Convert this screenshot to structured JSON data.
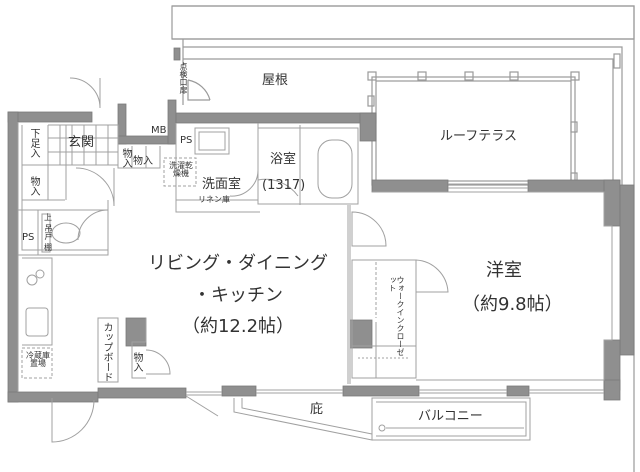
{
  "plan": {
    "type": "apartment floor plan",
    "colors": {
      "wall": "#8f8f8f",
      "line": "#9a9a9a",
      "text": "#333333",
      "background": "#ffffff"
    },
    "rooms": {
      "ldk": {
        "name_line1": "リビング・ダイニング",
        "name_line2": "・キッチン",
        "size": "（約12.2帖）"
      },
      "western": {
        "name": "洋室",
        "size": "（約9.8帖）"
      },
      "bath": {
        "name": "浴室",
        "size": "(1317)"
      },
      "washroom": {
        "name": "洗面室"
      },
      "entrance": {
        "name": "玄関"
      },
      "roof": {
        "name": "屋根"
      },
      "roof_terrace": {
        "name": "ルーフテラス"
      },
      "balcony": {
        "name": "バルコニー"
      },
      "eaves": {
        "name": "庇"
      }
    },
    "fixtures": {
      "mb": "MB",
      "ps_top": "PS",
      "ps_left": "PS",
      "shoe_storage": "下足入",
      "storage_entrance": "物入",
      "storage_hall1": "物入",
      "storage_hall2": "物入",
      "storage_ldk": "物入",
      "washer_dryer": "洗濯乾燥機",
      "linen": "リネン庫",
      "toilet_shelf_top": "上",
      "toilet_shelf_mid": "吊戸",
      "toilet_shelf_bottom": "棚",
      "cupboard": "カップボード",
      "fridge": "冷蔵庫置場",
      "walk_in_closet": "ウォークインクローゼット",
      "inspection_door": "点検口扉"
    }
  }
}
